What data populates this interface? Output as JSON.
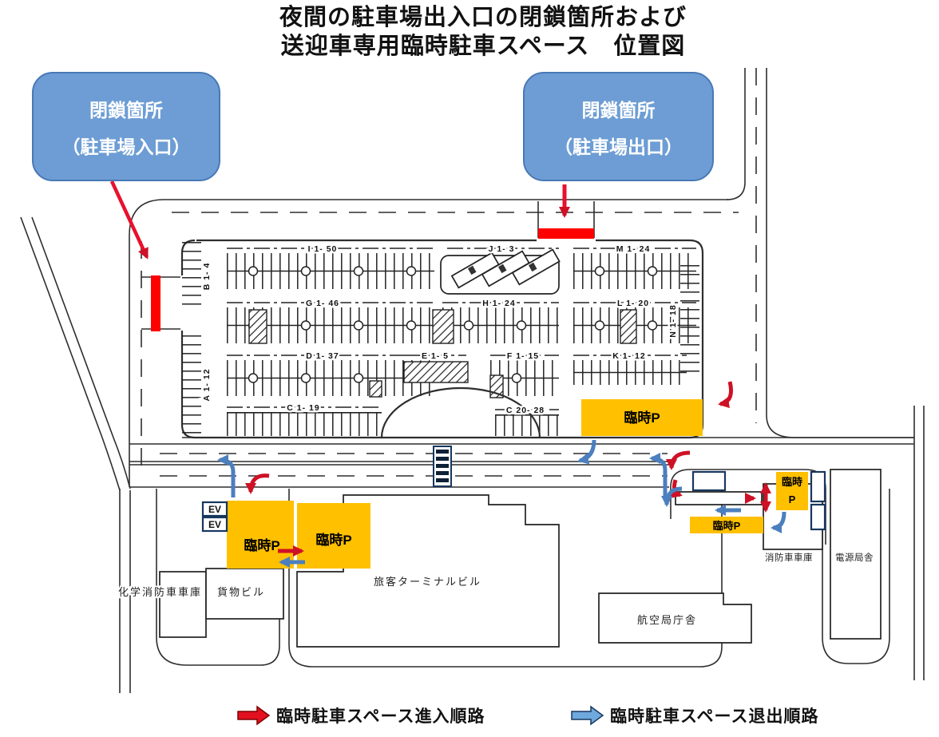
{
  "title": {
    "line1": "夜間の駐車場出入口の閉鎖箇所および",
    "line2": "送迎車専用臨時駐車スペース　位置図"
  },
  "callouts": {
    "entrance": {
      "line1": "閉鎖箇所",
      "line2": "（駐車場入口）"
    },
    "exit": {
      "line1": "閉鎖箇所",
      "line2": "（駐車場出口）"
    }
  },
  "parking": {
    "rows": {
      "i": "I 1- 50",
      "j": "J 1- 3",
      "m": "M 1- 24",
      "g": "G 1- 46",
      "h": "H 1- 24",
      "l": "L 1- 20",
      "d": "D 1- 37",
      "e": "E 1- 5",
      "f": "F 1- 15",
      "k": "K 1- 12",
      "c1": "C 1- 19",
      "c2": "C 20- 28",
      "a": "A 1- 12",
      "b": "B 1- 4",
      "n": "N 1- 18"
    }
  },
  "temp_parking": {
    "label": "臨時P",
    "label_line1": "臨時",
    "label_line2": "P"
  },
  "ev_label": "EV",
  "buildings": {
    "chemical_fire_garage": "化学消防車車庫",
    "cargo": "貨物ビル",
    "terminal": "旅客ターミナルビル",
    "aviation_bureau": "航空局庁舎",
    "fire_garage": "消防車車庫",
    "power_station": "電源局舎"
  },
  "legend": {
    "entry": "臨時駐車スペース進入順路",
    "exit": "臨時駐車スペース退出順路"
  },
  "colors": {
    "temp_parking_orange": "#FFC000",
    "callout_blue": "#6D9DD4",
    "closure_red": "#FF0000",
    "entry_arrow_red": "#CE1126",
    "exit_arrow_blue": "#5B9BD5",
    "box_border_navy": "#17375E"
  }
}
